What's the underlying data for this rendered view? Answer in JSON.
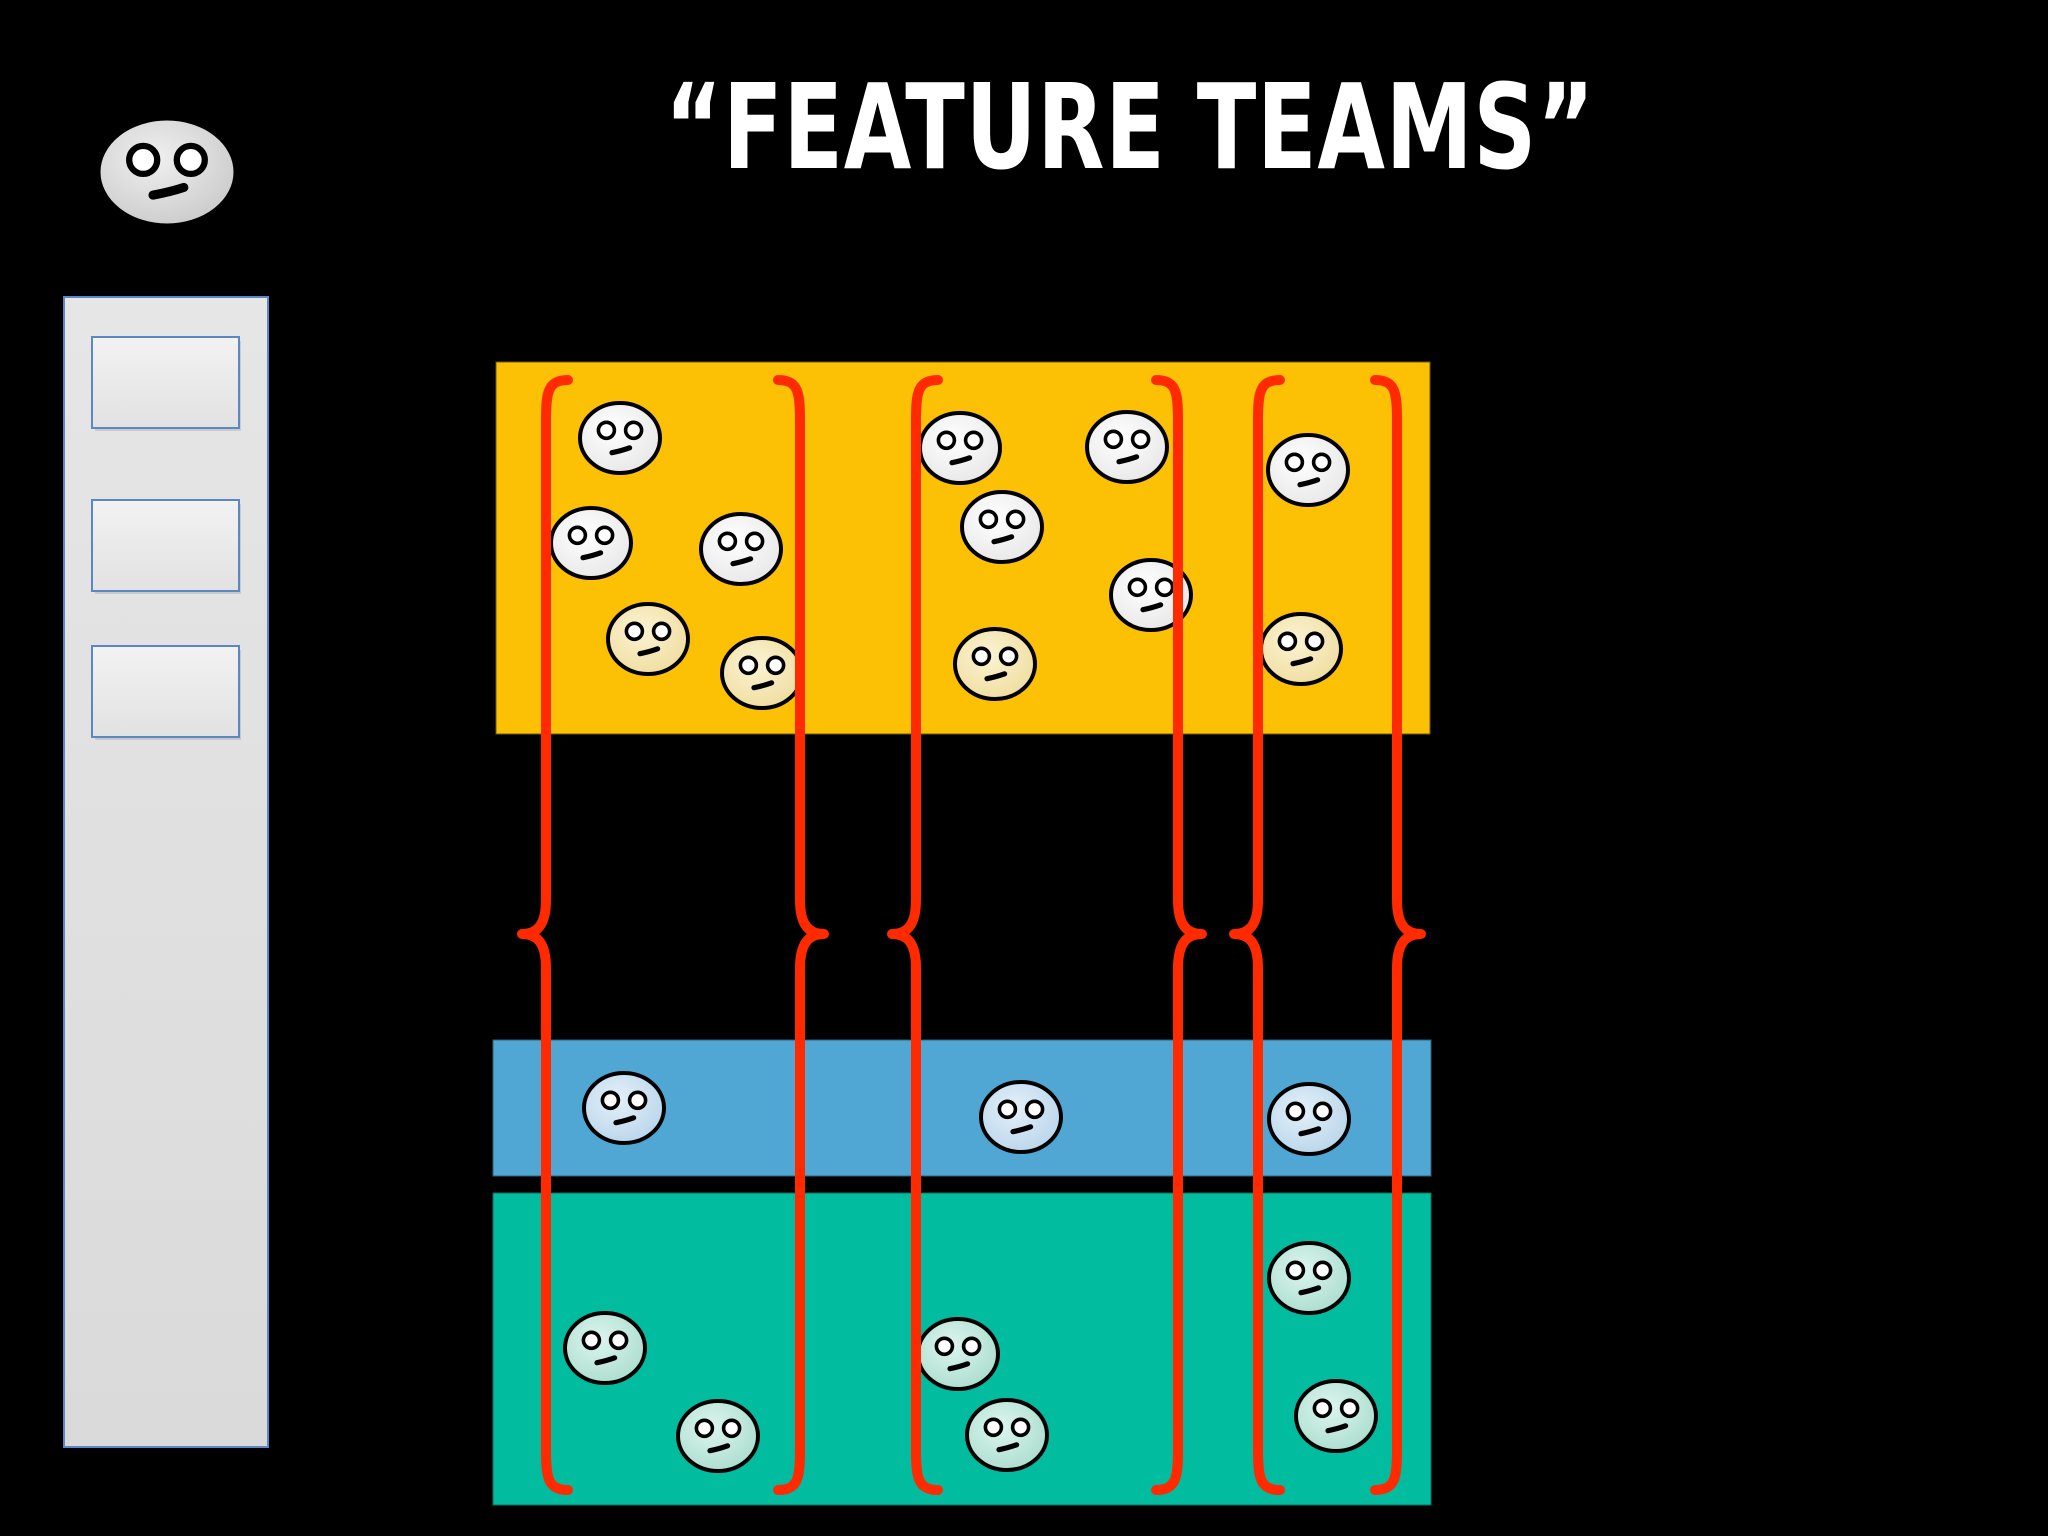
{
  "slide": {
    "title": "“FEATURE TEAMS”"
  },
  "colors": {
    "background": "#000000",
    "title": "#ffffff",
    "backlog_panel": "#e0e0e0",
    "backlog_border": "#5b87c5",
    "layer_top": "#fcc004",
    "layer_middle": "#51a7d4",
    "layer_bottom": "#02bc9f",
    "team_brace": "#ff2a00",
    "face_outline": "#000000",
    "face_owner": "#d6d6d6",
    "face_white": "#ffffff",
    "face_cream": "#f6e8b4",
    "face_lightblue": "#cfe4f3",
    "face_mint": "#c4ece2"
  },
  "layers": [
    {
      "id": "top",
      "color_key": "layer_top"
    },
    {
      "id": "middle",
      "color_key": "layer_middle"
    },
    {
      "id": "bottom",
      "color_key": "layer_bottom"
    }
  ],
  "backlog": {
    "item_count": 3
  },
  "feature_teams": [
    {
      "id": "team-1"
    },
    {
      "id": "team-2"
    },
    {
      "id": "team-3"
    }
  ],
  "icons": {
    "owner": "owner-face-icon",
    "member": "team-member-face-icon",
    "brace": "brace-icon"
  }
}
